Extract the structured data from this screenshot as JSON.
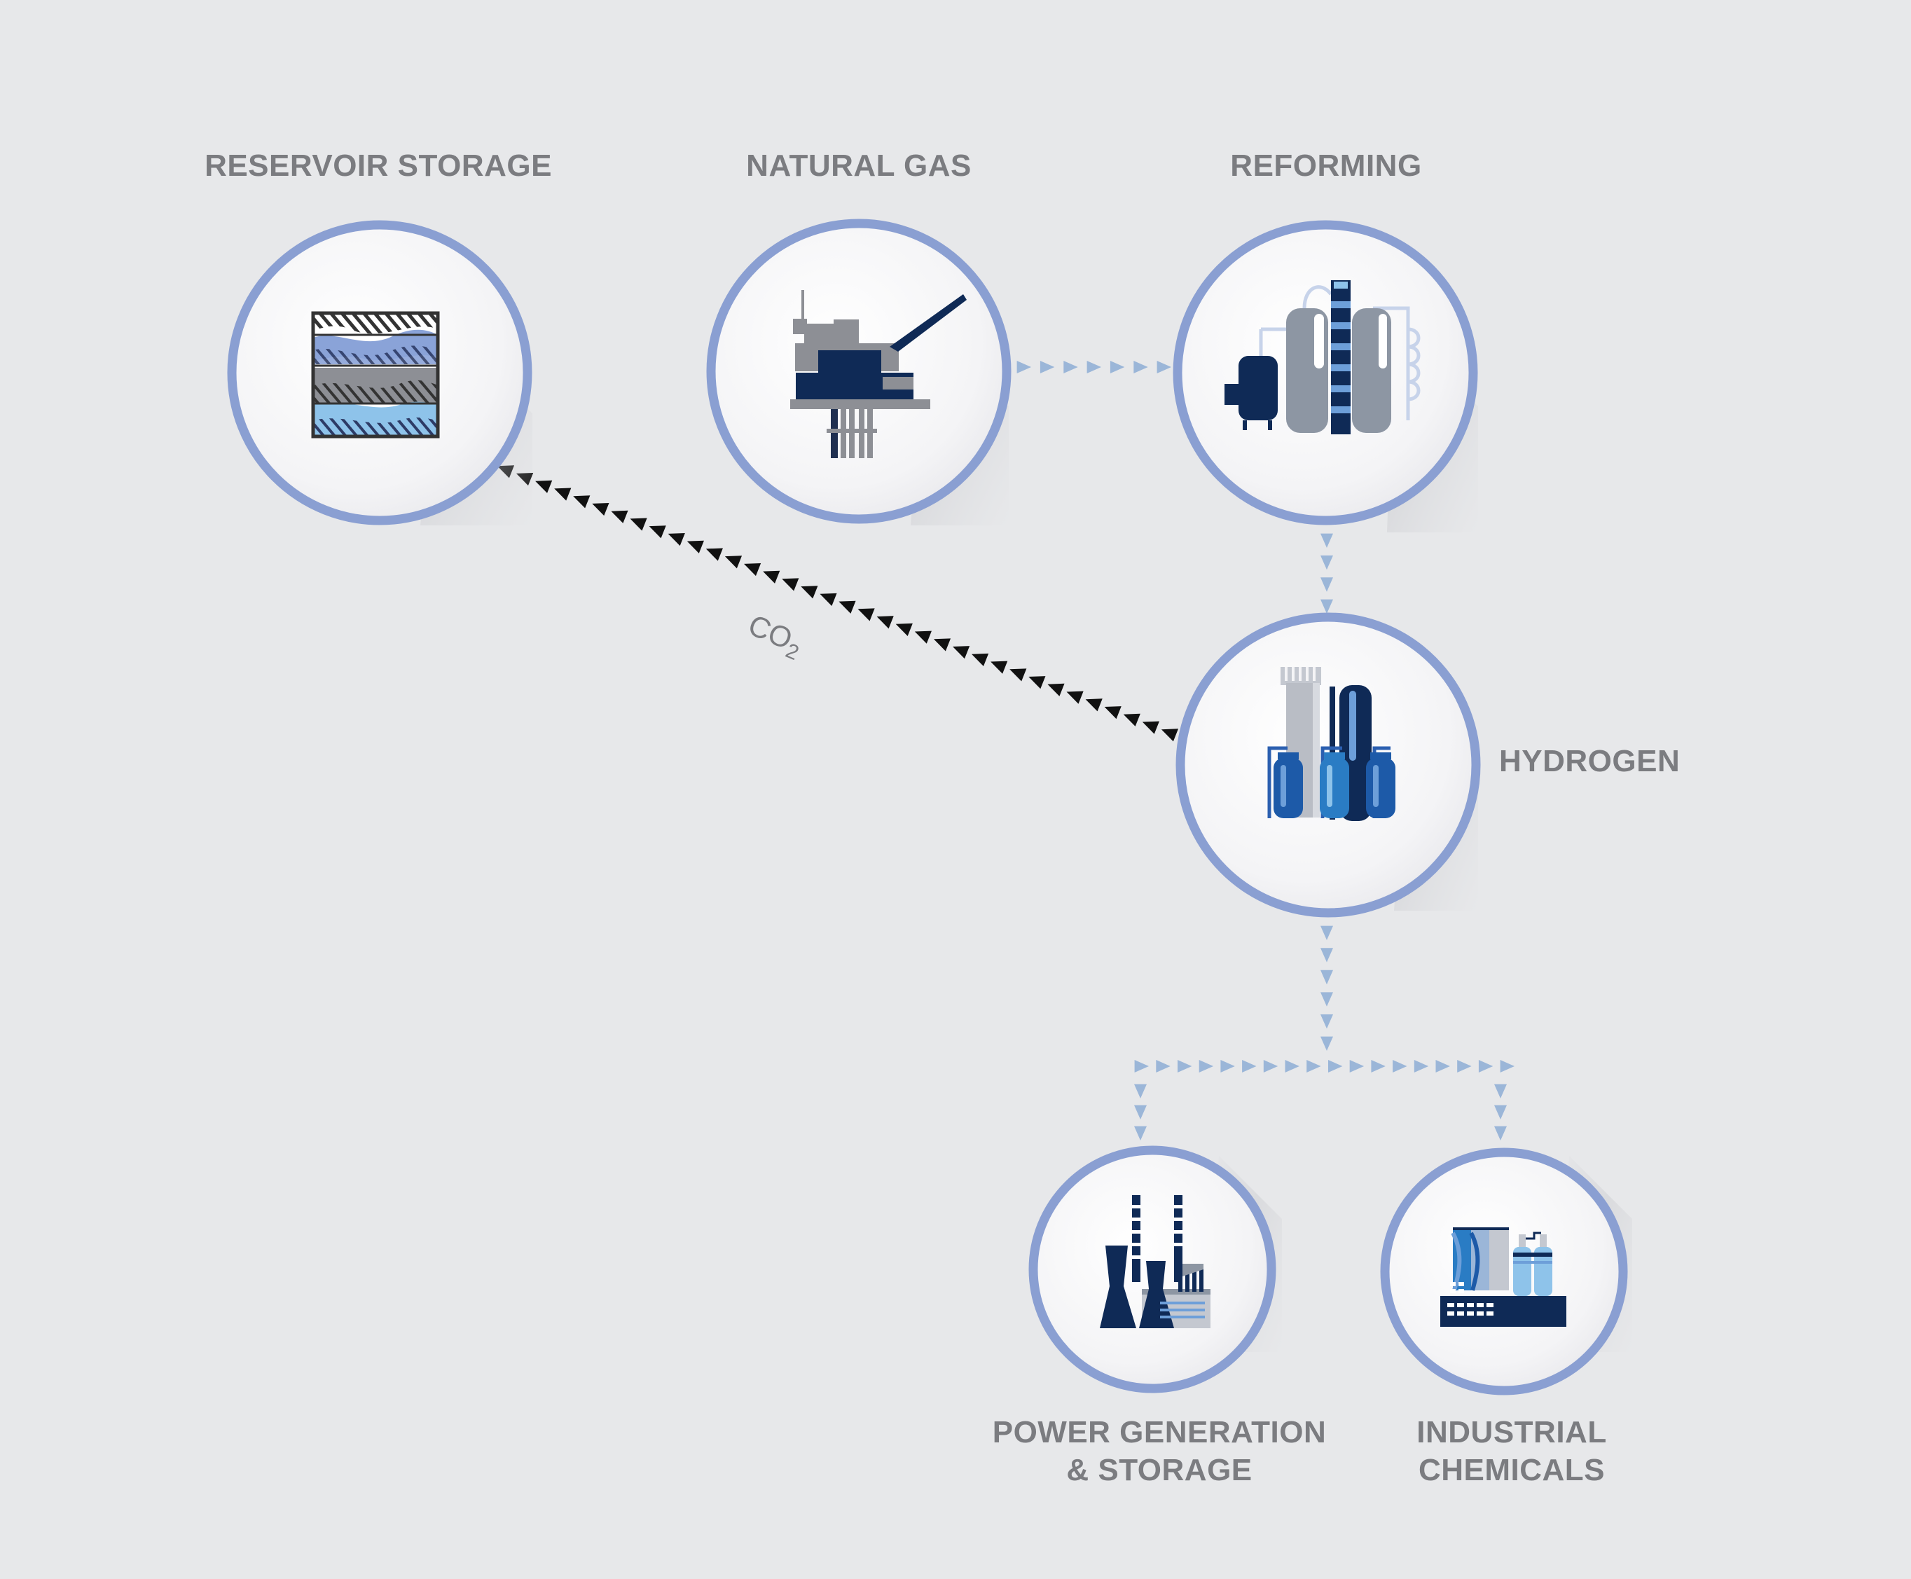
{
  "nodes": {
    "reservoir": {
      "label": "RESERVOIR STORAGE",
      "icon": "reservoir-strata-icon"
    },
    "natural_gas": {
      "label": "NATURAL GAS",
      "icon": "offshore-platform-icon"
    },
    "reforming": {
      "label": "REFORMING",
      "icon": "reforming-plant-icon"
    },
    "hydrogen": {
      "label": "HYDROGEN",
      "icon": "hydrogen-plant-icon"
    },
    "power": {
      "label": "POWER GENERATION\n& STORAGE",
      "icon": "power-plant-icon"
    },
    "chemicals": {
      "label": "INDUSTRIAL\nCHEMICALS",
      "icon": "chemical-plant-icon"
    }
  },
  "co2": {
    "text": "CO",
    "subscript": "2"
  },
  "colors": {
    "background": "#e7e8ea",
    "ring": "#8a9fd2",
    "flow_arrow": "#9bb6d8",
    "co2_arrow": "#111111",
    "navy": "#0f2a56",
    "label": "#7b7c80"
  }
}
